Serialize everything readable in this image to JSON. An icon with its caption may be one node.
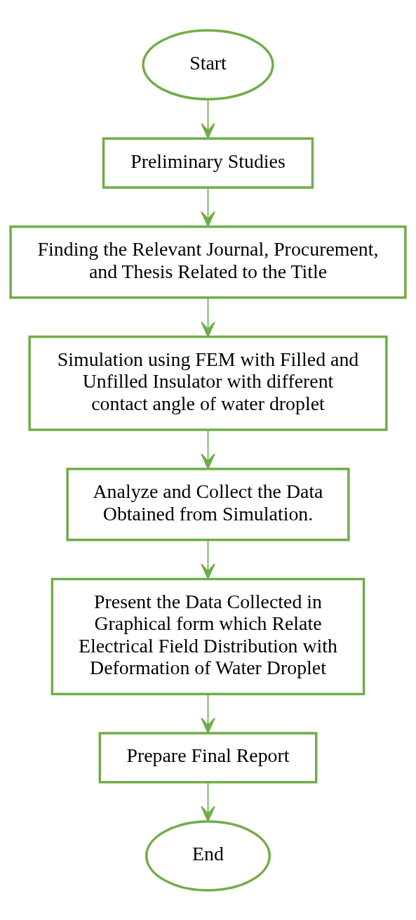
{
  "diagram": {
    "nodes": [
      {
        "text": [
          "Start"
        ]
      },
      {
        "text": [
          "Preliminary Studies"
        ]
      },
      {
        "text": [
          "Finding the Relevant Journal, Procurement, and Thesis Related to the Title"
        ]
      },
      {
        "text": [
          "Simulation using FEM with Filled and Unfilled Insulator with different contact angle of water droplet"
        ]
      },
      {
        "text": [
          "Analyze and Collect the Data Obtained from Simulation."
        ]
      },
      {
        "text": [
          "Present the Data Collected in Graphical form which Relate Electrical Field Distribution with Deformation of Water Droplet"
        ]
      },
      {
        "text": [
          "Prepare Final Report"
        ]
      },
      {
        "text": [
          "End"
        ]
      }
    ],
    "edges": [
      {
        "from": 0,
        "to": 1,
        "arrow": "to"
      },
      {
        "from": 1,
        "to": 2,
        "arrow": "to"
      },
      {
        "from": 2,
        "to": 3,
        "arrow": "to"
      },
      {
        "from": 3,
        "to": 4,
        "arrow": "to"
      },
      {
        "from": 4,
        "to": 5,
        "arrow": "to"
      },
      {
        "from": 5,
        "to": 6,
        "arrow": "to"
      },
      {
        "from": 6,
        "to": 7,
        "arrow": "to"
      }
    ]
  }
}
